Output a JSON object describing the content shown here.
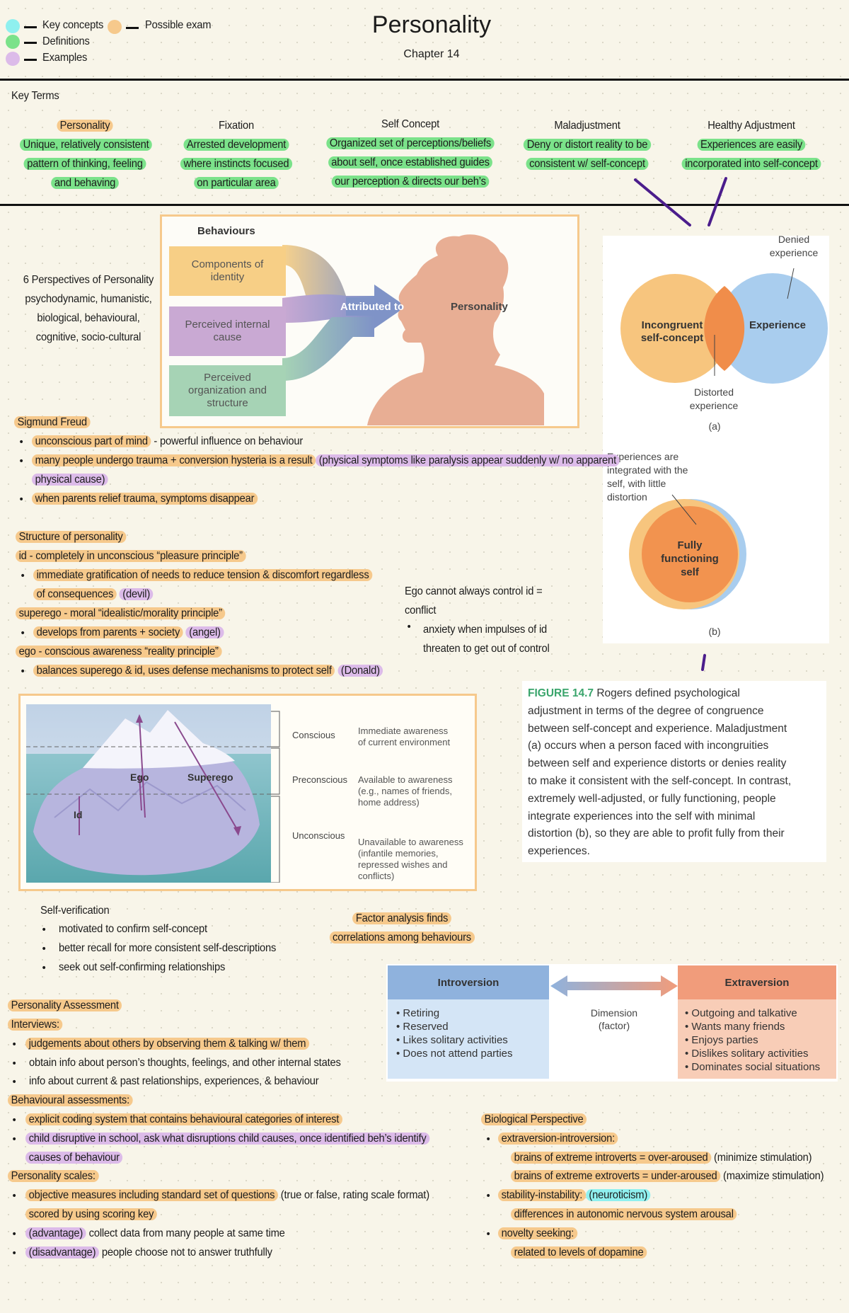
{
  "legend": [
    {
      "label": "Key concepts",
      "color": "#8ff0ef"
    },
    {
      "label": "Definitions",
      "color": "#7be28a"
    },
    {
      "label": "Examples",
      "color": "#dcbbe9"
    },
    {
      "label": "Possible exam",
      "color": "#f6c98c"
    }
  ],
  "header": {
    "title": "Personality",
    "subtitle": "Chapter 14"
  },
  "key_terms": {
    "heading": "Key Terms",
    "terms": [
      {
        "term": "Personality",
        "lines": [
          "Unique, relatively consistent",
          "pattern of thinking, feeling",
          "and behaving"
        ]
      },
      {
        "term": "Fixation",
        "lines": [
          "Arrested development",
          "where instincts focused",
          "on particular area"
        ]
      },
      {
        "term": "Self Concept",
        "lines": [
          "Organized set of perceptions/beliefs",
          "about self, once established guides",
          "our perception & directs our beh’s"
        ]
      },
      {
        "term": "Maladjustment",
        "lines": [
          "Deny or distort reality to be",
          "consistent w/ self-concept"
        ]
      },
      {
        "term": "Healthy Adjustment",
        "lines": [
          "Experiences are easily",
          "incorporated into self-concept"
        ]
      }
    ]
  },
  "attribution_figure": {
    "title": "Behaviours",
    "boxes": [
      "Components of identity",
      "Perceived internal cause",
      "Perceived organization and structure"
    ],
    "arrow_label": "Attributed to",
    "target": "Personality",
    "colors": {
      "orange": "#f7cf86",
      "purple": "#c9a9d3",
      "green": "#a6d3b5",
      "arrow": "#7f93c7",
      "head": "#e8ae94"
    }
  },
  "perspectives": {
    "lines": [
      "6 Perspectives of Personality",
      "psychodynamic, humanistic,",
      "biological, behavioural,",
      "cognitive, socio-cultural"
    ]
  },
  "freud": {
    "heading": "Sigmund Freud",
    "b1_hl": "unconscious part of mind",
    "b1_rest": " - powerful influence on behaviour",
    "b2_hl": "many people undergo trauma + conversion hysteria is a result",
    "b2_ex1": "(physical symptoms like paralysis appear suddenly w/ no apparent",
    "b2_ex2": "physical cause)",
    "b3_hl": "when parents relief trauma, symptoms disappear"
  },
  "structure": {
    "heading": "Structure of personality",
    "id_line": "id - completely in unconscious “pleasure principle”",
    "id_b1": "immediate gratification of needs to reduce tension & discomfort regardless",
    "id_b2": "of consequences",
    "id_ex": "(devil)",
    "superego_line": "superego - moral “idealistic/morality principle”",
    "superego_b": "develops from parents + society",
    "superego_ex": "(angel)",
    "ego_line": "ego - conscious awareness “reality principle”",
    "ego_b": "balances superego & id, uses defense mechanisms to protect self",
    "ego_ex": "(Donald)"
  },
  "ego_conflict": {
    "line1": "Ego cannot always control id =",
    "line2": "conflict",
    "b1": "anxiety when impulses of id",
    "b2": "threaten to get out of control"
  },
  "rogers": {
    "denied": [
      "Denied",
      "experience"
    ],
    "incongruent": [
      "Incongruent",
      "self-concept"
    ],
    "experience": "Experience",
    "distorted": [
      "Distorted",
      "experience"
    ],
    "label_a": "(a)",
    "integrated": [
      "Experiences are",
      "integrated with the",
      "self, with little",
      "distortion"
    ],
    "fully": [
      "Fully",
      "functioning",
      "self"
    ],
    "label_b": "(b)",
    "caption_label": "FIGURE 14.7",
    "caption_lines": [
      "Rogers defined psychological",
      "adjustment in terms of the degree of congruence",
      "between self-concept and experience. Maladjustment",
      "(a) occurs when a person faced with incongruities",
      "between self and experience distorts or denies reality",
      "to make it consistent with the self-concept. In contrast,",
      "extremely well-adjusted, or fully functioning, people",
      "integrate experiences into the self with minimal",
      "distortion (b), so they are able to profit fully from their",
      "experiences."
    ],
    "colors": {
      "orange": "#f7c57e",
      "blue": "#a9cdee",
      "overlap": "#f08d4a",
      "fully": "#f2934f"
    }
  },
  "iceberg": {
    "labels": {
      "ego": "Ego",
      "superego": "Superego",
      "id": "Id"
    },
    "levels": [
      {
        "name": "Conscious",
        "desc": [
          "Immediate awareness",
          "of current environment"
        ]
      },
      {
        "name": "Preconscious",
        "desc": [
          "Available to awareness",
          "(e.g., names of friends,",
          "home address)"
        ]
      },
      {
        "name": "Unconscious",
        "desc": [
          "Unavailable to awareness",
          "(infantile memories,",
          "repressed wishes and",
          "conflicts)"
        ]
      }
    ]
  },
  "self_verification": {
    "heading": "Self-verification",
    "bullets": [
      "motivated to confirm self-concept",
      "better recall for more consistent self-descriptions",
      "seek out self-confirming relationships"
    ]
  },
  "factor": {
    "lines": [
      "Factor analysis finds",
      "correlations among behaviours"
    ]
  },
  "dimension": {
    "introversion": "Introversion",
    "intro_items": [
      "Retiring",
      "Reserved",
      "Likes solitary activities",
      "Does not attend parties"
    ],
    "dimension_label": [
      "Dimension",
      "(factor)"
    ],
    "extraversion": "Extraversion",
    "extra_items": [
      "Outgoing and talkative",
      "Wants many friends",
      "Enjoys parties",
      "Dislikes solitary activities",
      "Dominates social situations"
    ],
    "colors": {
      "intro_head": "#8fb2dd",
      "intro_body": "#d4e5f6",
      "extra_head": "#f19c7b",
      "extra_body": "#f8cdb7"
    }
  },
  "assessment": {
    "heading": "Personality Assessment",
    "interviews": "Interviews:",
    "i1": "judgements about others by observing them & talking w/ them",
    "i2": "obtain info about person’s thoughts, feelings, and other internal states",
    "i3": "info about current & past relationships, experiences, & behaviour",
    "behavioural": "Behavioural assessments:",
    "b1": "explicit coding system that contains behavioural categories of interest",
    "b2a": "child disruptive in school, ask what disruptions child causes, once identified beh’s identify",
    "b2b": "causes of behaviour",
    "scales": "Personality scales:",
    "s1_hl": "objective measures including standard set of questions",
    "s1_rest": " (true or false, rating scale format)",
    "s1b": "scored by using scoring key",
    "s2_tag": "(advantage)",
    "s2_rest": " collect data from many people at same time",
    "s3_tag": "(disadvantage)",
    "s3_rest": " people choose not to answer truthfully"
  },
  "biological": {
    "heading": "Biological Perspective",
    "ei": "extraversion-introversion:",
    "ei1_hl": "brains of extreme introverts = over-aroused",
    "ei1_rest": " (minimize stimulation)",
    "ei2_hl": "brains of extreme extroverts = under-aroused",
    "ei2_rest": " (maximize stimulation)",
    "si": "stability-instability:",
    "si_tag": "(neuroticism)",
    "si1": "differences in autonomic nervous system arousal",
    "ns": "novelty seeking:",
    "ns1": "related to levels of dopamine"
  }
}
